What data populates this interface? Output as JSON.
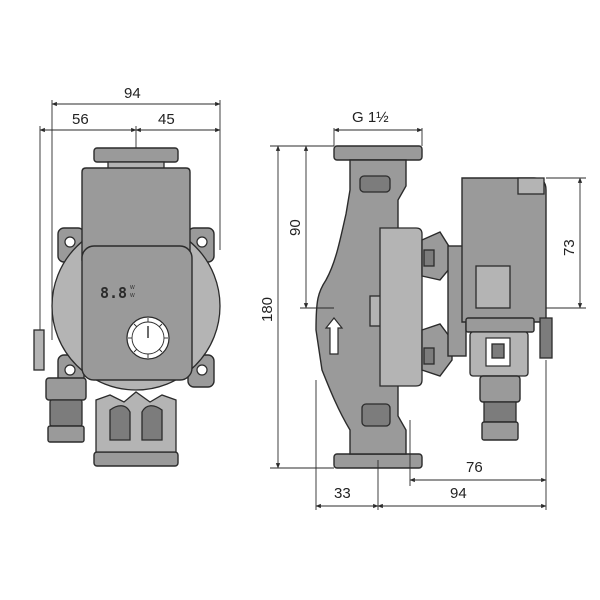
{
  "dimensions": {
    "front_width": "94",
    "front_left": "56",
    "front_right": "45",
    "connection": "G 1½",
    "height_total": "180",
    "height_half": "90",
    "motor_height": "73",
    "motor_depth": "76",
    "depth_left": "33",
    "depth_right": "94"
  },
  "display": {
    "digits": "8.8",
    "unit_top": "W",
    "unit_bottom": "W"
  }
}
